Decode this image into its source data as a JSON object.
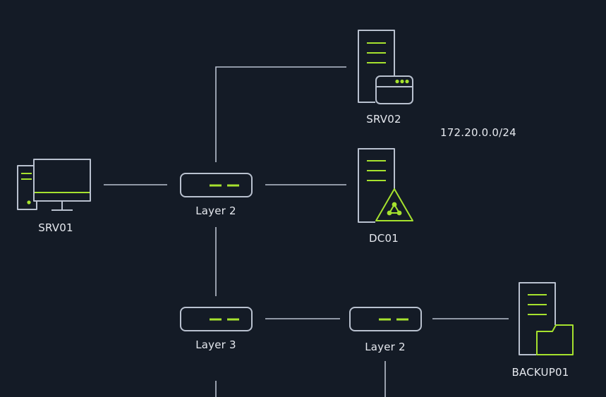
{
  "colors": {
    "background": "#141b26",
    "line": "#b9c1cf",
    "accent": "#a6e22e",
    "text": "#e6e9ef"
  },
  "nodes": {
    "srv01": {
      "label": "SRV01",
      "icon": "workstation-icon"
    },
    "srv02": {
      "label": "SRV02",
      "icon": "server-window-icon"
    },
    "dc01": {
      "label": "DC01",
      "icon": "server-warning-icon"
    },
    "backup01": {
      "label": "BACKUP01",
      "icon": "server-folder-icon"
    },
    "switch_top": {
      "label": "Layer 2",
      "icon": "switch-icon"
    },
    "switch_bottom_left": {
      "label": "Layer 3",
      "icon": "switch-icon"
    },
    "switch_bottom_right": {
      "label": "Layer 2",
      "icon": "switch-icon"
    }
  },
  "subnet": "172.20.0.0/24"
}
